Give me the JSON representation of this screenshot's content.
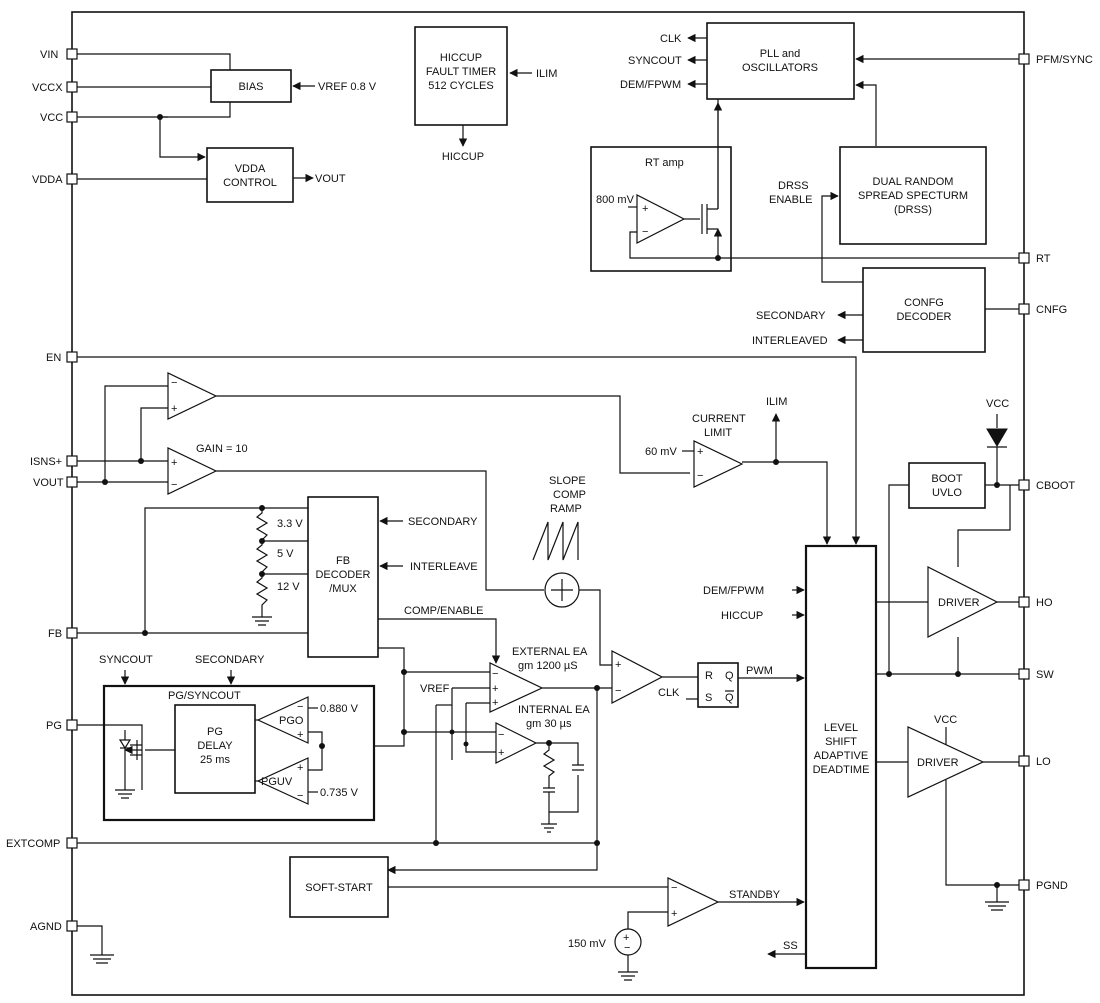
{
  "pins_left": {
    "vin": "VIN",
    "vccx": "VCCX",
    "vcc": "VCC",
    "vdda": "VDDA",
    "en": "EN",
    "isns": "ISNS+",
    "vout": "VOUT",
    "fb": "FB",
    "pg": "PG",
    "extcomp": "EXTCOMP",
    "agnd": "AGND"
  },
  "pins_right": {
    "pfm_sync": "PFM/SYNC",
    "rt": "RT",
    "cnfg": "CNFG",
    "cboot": "CBOOT",
    "ho": "HO",
    "sw": "SW",
    "lo": "LO",
    "pgnd": "PGND"
  },
  "blocks": {
    "bias": "BIAS",
    "vdda_control": [
      "VDDA",
      "CONTROL"
    ],
    "hiccup_timer": [
      "HICCUP",
      "FAULT TIMER",
      "512 CYCLES"
    ],
    "pll": [
      "PLL and",
      "OSCILLATORS"
    ],
    "rt_amp": "RT amp",
    "drss": [
      "DUAL RANDOM",
      "SPREAD SPECTURM",
      "(DRSS)"
    ],
    "config_decoder": [
      "CONFG",
      "DECODER"
    ],
    "fb_decoder": [
      "FB",
      "DECODER",
      "/MUX"
    ],
    "pg_syncout": "PG/SYNCOUT",
    "pg_delay": [
      "PG",
      "DELAY",
      "25 ms"
    ],
    "pgo": "PGO",
    "pguv": "PGUV",
    "soft_start": "SOFT-START",
    "level_shift": [
      "LEVEL",
      "SHIFT",
      "ADAPTIVE",
      "DEADTIME"
    ],
    "boot_uvlo": [
      "BOOT",
      "UVLO"
    ],
    "driver_hi": "DRIVER",
    "driver_lo": "DRIVER"
  },
  "signals": {
    "vref_bias": "VREF 0.8 V",
    "vout_vdda": "VOUT",
    "ilim_in": "ILIM",
    "hiccup_out": "HICCUP",
    "clk": "CLK",
    "syncout": "SYNCOUT",
    "dem_fpwm": "DEM/FPWM",
    "mv800": "800 mV",
    "drss_enable": [
      "DRSS",
      "ENABLE"
    ],
    "secondary": "SECONDARY",
    "interleaved": "INTERLEAVED",
    "gain": "GAIN = 10",
    "current_limit": [
      "CURRENT",
      "LIMIT"
    ],
    "mv60": "60 mV",
    "ilim_out": "ILIM",
    "vcc_top": "VCC",
    "slope": [
      "SLOPE",
      "COMP",
      "RAMP"
    ],
    "v33": "3.3 V",
    "v5": "5 V",
    "v12": "12 V",
    "fb_secondary": "SECONDARY",
    "fb_interleave": "INTERLEAVE",
    "comp_enable": "COMP/ENABLE",
    "dem_fpwm_in": "DEM/FPWM",
    "hiccup_in": "HICCUP",
    "external_ea": [
      "EXTERNAL EA",
      "gm 1200 µS"
    ],
    "internal_ea": [
      "INTERNAL EA",
      "gm 30 µs"
    ],
    "vref": "VREF",
    "pwm": "PWM",
    "clk_ff": "CLK",
    "syncout_top": "SYNCOUT",
    "secondary_top": "SECONDARY",
    "pgo_ref": "0.880 V",
    "pguv_ref": "0.735 V",
    "standby": "STANDBY",
    "mv150": "150 mV",
    "ss": "SS",
    "vcc_lo": "VCC",
    "ff_r": "R",
    "ff_s": "S",
    "ff_q": "Q",
    "ff_qb": "Q"
  }
}
